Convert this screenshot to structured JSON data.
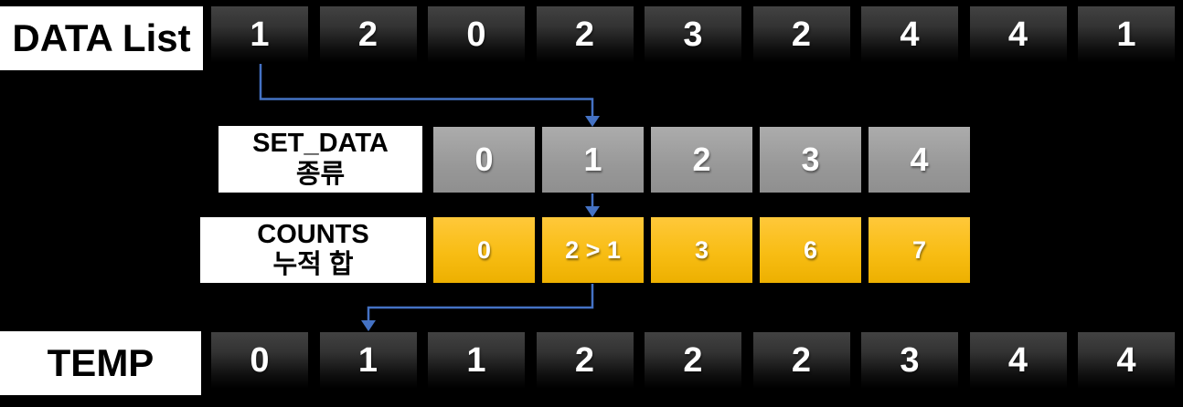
{
  "diagram": {
    "data_list": {
      "label": "DATA List",
      "cells": [
        "1",
        "2",
        "0",
        "2",
        "3",
        "2",
        "4",
        "4",
        "1"
      ]
    },
    "set_data": {
      "label_line1": "SET_DATA",
      "label_line2": "종류",
      "cells": [
        "0",
        "1",
        "2",
        "3",
        "4"
      ]
    },
    "counts": {
      "label_line1": "COUNTS",
      "label_line2": "누적 합",
      "cells": [
        "0",
        "2 > 1",
        "3",
        "6",
        "7"
      ]
    },
    "temp": {
      "label": "TEMP",
      "cells": [
        "0",
        "1",
        "1",
        "2",
        "2",
        "2",
        "3",
        "4",
        "4"
      ]
    }
  },
  "colors": {
    "arrow": "#4472C4",
    "highlight_cell_top": "#FFC83A",
    "highlight_cell_bottom": "#EDB000",
    "set_cell_top": "#ACACAC",
    "set_cell_bottom": "#929292",
    "background": "#000000"
  }
}
